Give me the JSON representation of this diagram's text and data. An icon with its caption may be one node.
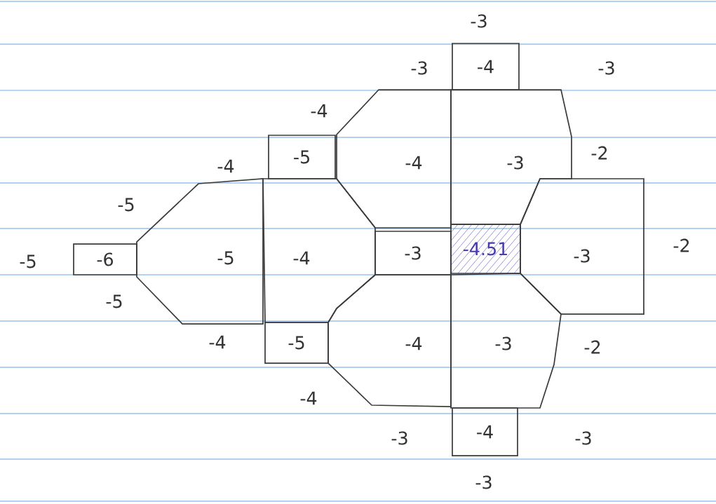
{
  "diagram": {
    "nodes": [
      {
        "text": [
          "-4"
        ]
      },
      {
        "text": [
          "-4"
        ]
      },
      {
        "text": [
          "-3"
        ]
      },
      {
        "text": [
          "-5"
        ]
      },
      {
        "text": [
          "-6"
        ]
      },
      {
        "text": [
          "-5"
        ]
      },
      {
        "text": [
          "-4"
        ]
      },
      {
        "text": [
          "-3"
        ]
      },
      {
        "text": [
          "-4.51"
        ]
      },
      {
        "text": [
          "-3"
        ]
      },
      {
        "text": [
          "-5"
        ]
      },
      {
        "text": [
          "-4"
        ]
      },
      {
        "text": [
          "-3"
        ]
      },
      {
        "text": [
          "-4"
        ]
      }
    ],
    "labels": [
      "-3",
      "-3",
      "-3",
      "-4",
      "-4",
      "-2",
      "-5",
      "-5",
      "-2",
      "-5",
      "-4",
      "-2",
      "-4",
      "-3",
      "-3",
      "-3"
    ]
  }
}
